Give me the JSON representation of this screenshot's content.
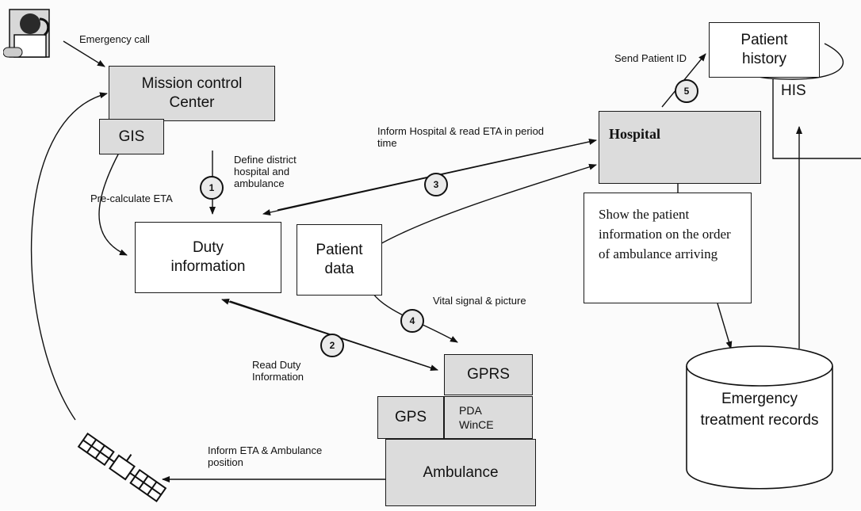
{
  "nodes": {
    "mission_control": "Mission control Center",
    "gis": "GIS",
    "duty_information": "Duty information",
    "patient_data": "Patient data",
    "hospital": "Hospital",
    "patient_history": "Patient history",
    "his": "HIS",
    "show_patient_info": "Show the patient information on the order of ambulance arriving",
    "gprs": "GPRS",
    "gps": "GPS",
    "pda": "PDA WinCE",
    "ambulance": "Ambulance",
    "emergency_records": "Emergency treatment records"
  },
  "labels": {
    "emergency_call": "Emergency call",
    "define_district": "Define district hospital and ambulance",
    "pre_calculate": "Pre-calculate ETA",
    "inform_hospital": "Inform Hospital & read ETA in period time",
    "send_patient_id": "Send Patient ID",
    "vital_signal": "Vital signal & picture",
    "read_duty": "Read Duty Information",
    "inform_eta": "Inform ETA & Ambulance position"
  },
  "steps": [
    "1",
    "2",
    "3",
    "4",
    "5"
  ],
  "icons": {
    "caller": "doctor-phone-icon",
    "satellite": "satellite-icon"
  }
}
